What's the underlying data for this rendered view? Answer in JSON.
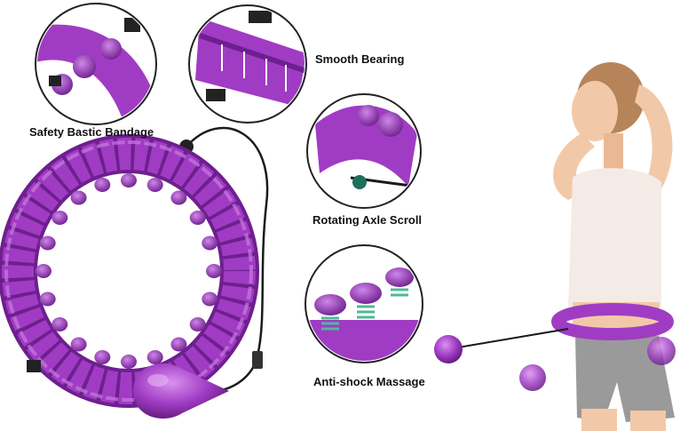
{
  "features": {
    "safety_bandage": "Safety Bastic Bandage",
    "smooth_bearing": "Smooth Bearing",
    "rotating_axle": "Rotating Axle Scroll",
    "anti_shock": "Anti-shock Massage"
  },
  "colors": {
    "product_purple": "#a03cc4",
    "purple_dark": "#6e1f8f",
    "purple_light": "#c77be0",
    "cord": "#1a1a1a",
    "skin": "#f2c9a8",
    "top": "#f4ebe6",
    "shorts": "#9a9a9a",
    "hair": "#b7845a"
  }
}
